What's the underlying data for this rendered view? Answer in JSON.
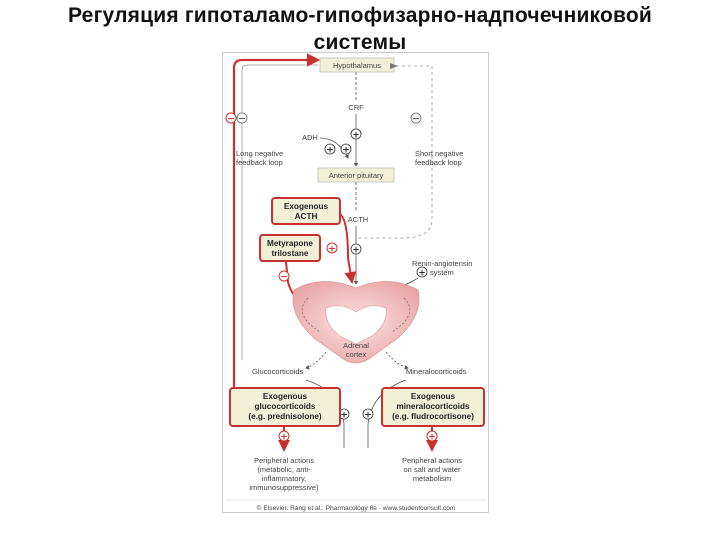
{
  "slide": {
    "title_line1": "Регуляция гипоталамо-гипофизарно-надпочечниковой",
    "title_line2": "системы"
  },
  "diagram": {
    "hypothalamus": "Hypothalamus",
    "crf": "CRF",
    "adh": "ADH",
    "anterior_pituitary": "Anterior pituitary",
    "acth": "ACTH",
    "long_loop": [
      "Long negative",
      "feedback loop"
    ],
    "short_loop": [
      "Short negative",
      "feedback loop"
    ],
    "exogenous_acth": [
      "Exogenous",
      "ACTH"
    ],
    "metyrapone": [
      "Metyrapone",
      "trilostane"
    ],
    "renin": [
      "Renin-angiotensin",
      "system"
    ],
    "adrenal": [
      "Adrenal",
      "cortex"
    ],
    "glucocorticoids": "Glucocorticoids",
    "mineralocorticoids": "Mineralocorticoids",
    "exo_gluco": [
      "Exogenous",
      "glucocorticoids",
      "(e.g. prednisolone)"
    ],
    "exo_mineral": [
      "Exogenous",
      "mineralocorticoids",
      "(e.g. fludrocortisone)"
    ],
    "peripheral_left": [
      "Peripheral actions",
      "(metabolic, anti-",
      "inflammatory,",
      "immunosuppressive)"
    ],
    "peripheral_right": [
      "Peripheral actions",
      "on salt and water",
      "metabolism"
    ],
    "copyright": "© Elsevier. Rang et al.: Pharmacology 6e - www.studentconsult.com",
    "plus": "+",
    "minus": "−"
  },
  "colors": {
    "red": "#c8312f",
    "dark": "#444444",
    "box_fill": "#f3f0d8",
    "cortex": "#f1b9b9",
    "grey_line": "#888888"
  }
}
